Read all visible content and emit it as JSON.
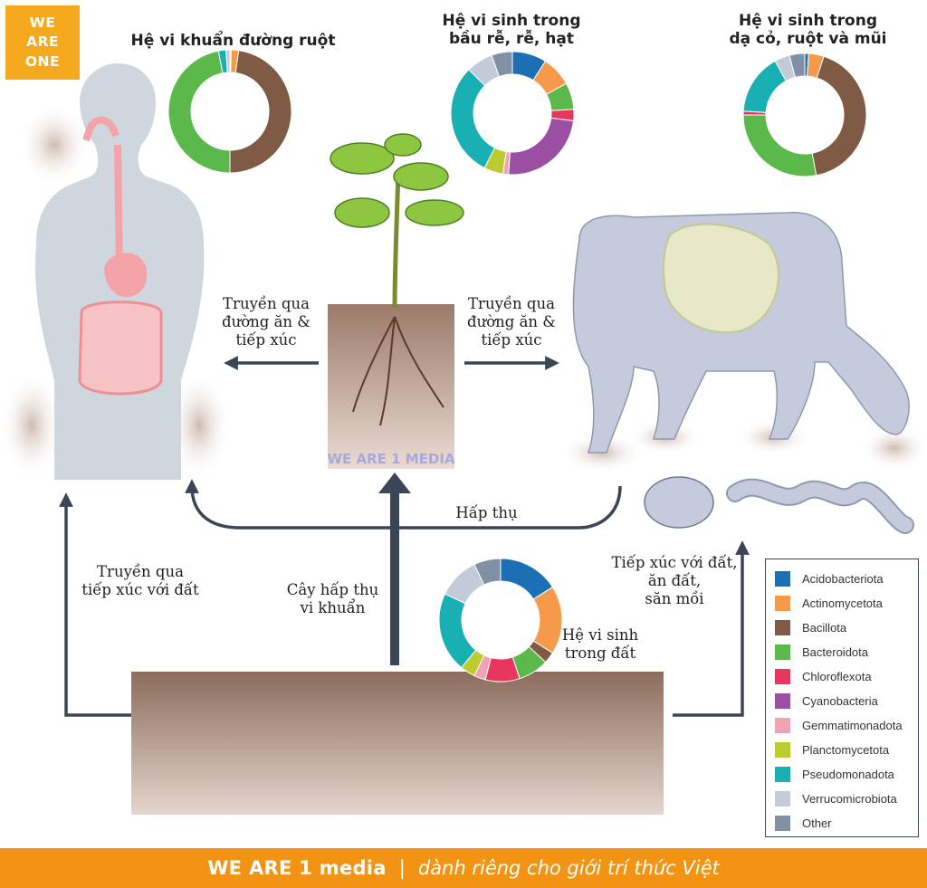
{
  "logo": {
    "line1": "WE",
    "line2": "ARE",
    "line3": "ONE"
  },
  "donut_titles": {
    "gut": "Hệ vi khuẩn đường ruột",
    "plant_line1": "Hệ vi sinh trong",
    "plant_line2": "bầu rễ, rễ, hạt",
    "cow_line1": "Hệ vi sinh trong",
    "cow_line2": "dạ cỏ, ruột và mũi",
    "soil_line1": "Hệ vi sinh",
    "soil_line2": "trong đất"
  },
  "flows": {
    "plant_to_human_line1": "Truyền qua",
    "plant_to_human_line2": "đường ăn &",
    "plant_to_human_line3": "tiếp xúc",
    "plant_to_cow_line1": "Truyền qua",
    "plant_to_cow_line2": "đường ăn &",
    "plant_to_cow_line3": "tiếp xúc",
    "absorb": "Hấp thụ",
    "soil_to_human_line1": "Truyền qua",
    "soil_to_human_line2": "tiếp xúc với đất",
    "soil_to_plant_line1": "Cây hấp thụ",
    "soil_to_plant_line2": "vi khuẩn",
    "soil_to_animals_line1": "Tiếp xúc với đất,",
    "soil_to_animals_line2": "ăn đất,",
    "soil_to_animals_line3": "săn mồi"
  },
  "watermark": "WE ARE 1 MEDIA",
  "legend": [
    {
      "label": "Acidobacteriota",
      "color": "#1b6fb5"
    },
    {
      "label": "Actinomycetota",
      "color": "#f59a4b"
    },
    {
      "label": "Bacillota",
      "color": "#7f5a45"
    },
    {
      "label": "Bacteroidota",
      "color": "#5bb84a"
    },
    {
      "label": "Chloroflexota",
      "color": "#e8375e"
    },
    {
      "label": "Cyanobacteria",
      "color": "#9b4fa3"
    },
    {
      "label": "Gemmatimonadota",
      "color": "#f2a3b3"
    },
    {
      "label": "Planctomycetota",
      "color": "#bccb2f"
    },
    {
      "label": "Pseudomonadota",
      "color": "#18b0b3"
    },
    {
      "label": "Verrucomicrobiota",
      "color": "#c3cad8"
    },
    {
      "label": "Other",
      "color": "#8290a6"
    }
  ],
  "chart_data": [
    {
      "type": "pie",
      "title": "Hệ vi khuẩn đường ruột",
      "categories": [
        "Acidobacteriota",
        "Actinomycetota",
        "Bacillota",
        "Bacteroidota",
        "Pseudomonadota",
        "Verrucomicrobiota"
      ],
      "values": [
        0.3,
        2,
        47.7,
        47,
        2,
        1
      ]
    },
    {
      "type": "pie",
      "title": "Hệ vi sinh trong bầu rễ, rễ, hạt",
      "categories": [
        "Acidobacteriota",
        "Actinomycetota",
        "Bacteroidota",
        "Chloroflexota",
        "Cyanobacteria",
        "Gemmatimonadota",
        "Planctomycetota",
        "Pseudomonadota",
        "Verrucomicrobiota",
        "Other"
      ],
      "values": [
        9,
        8,
        7,
        3,
        24,
        1.5,
        5,
        30,
        7,
        5.5
      ]
    },
    {
      "type": "pie",
      "title": "Hệ vi sinh trong dạ cỏ, ruột và mũi",
      "categories": [
        "Acidobacteriota",
        "Actinomycetota",
        "Bacillota",
        "Bacteroidota",
        "Chloroflexota",
        "Pseudomonadota",
        "Verrucomicrobiota",
        "Other"
      ],
      "values": [
        1,
        4,
        42,
        28,
        1,
        16,
        4,
        4
      ]
    },
    {
      "type": "pie",
      "title": "Hệ vi sinh trong đất",
      "categories": [
        "Acidobacteriota",
        "Actinomycetota",
        "Bacillota",
        "Bacteroidota",
        "Chloroflexota",
        "Gemmatimonadota",
        "Planctomycetota",
        "Pseudomonadota",
        "Verrucomicrobiota",
        "Other"
      ],
      "values": [
        16,
        18,
        3,
        8,
        9,
        3,
        4,
        21,
        11,
        7
      ]
    }
  ],
  "footer": {
    "brand": "WE ARE 1 media",
    "separator": "|",
    "tagline": "dành riêng cho giới trí thức Việt"
  }
}
